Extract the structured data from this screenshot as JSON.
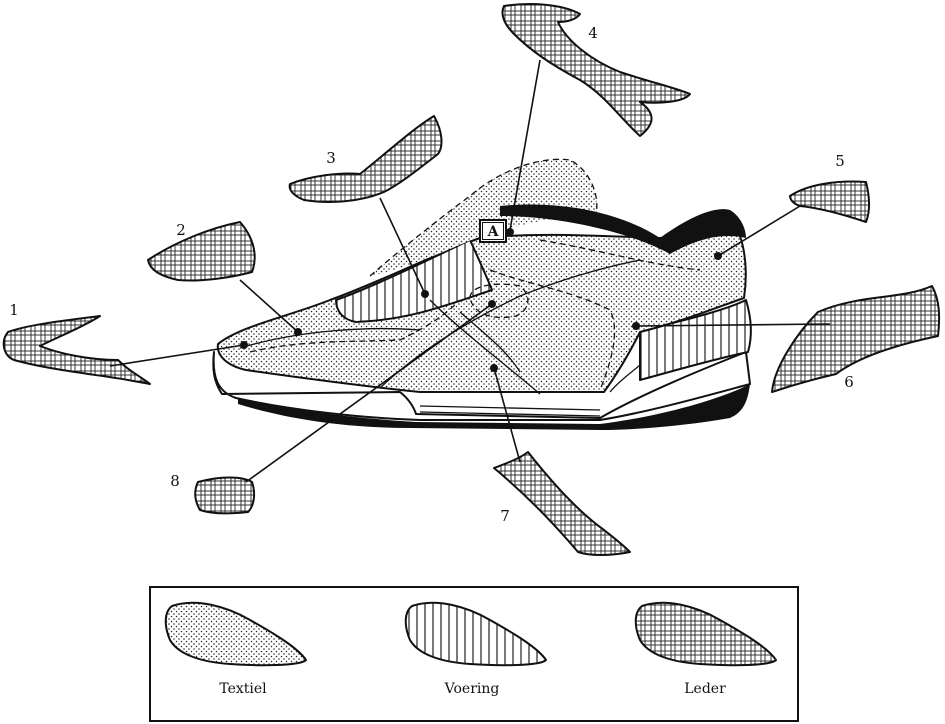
{
  "parts": [
    {
      "id": "1",
      "label": "1",
      "material": "leder"
    },
    {
      "id": "2",
      "label": "2",
      "material": "leder"
    },
    {
      "id": "3",
      "label": "3",
      "material": "leder"
    },
    {
      "id": "4",
      "label": "4",
      "material": "leder"
    },
    {
      "id": "5",
      "label": "5",
      "material": "leder"
    },
    {
      "id": "6",
      "label": "6",
      "material": "leder"
    },
    {
      "id": "7",
      "label": "7",
      "material": "leder"
    },
    {
      "id": "8",
      "label": "8",
      "material": "leder"
    }
  ],
  "marker": {
    "label": "A"
  },
  "legend": {
    "items": [
      {
        "key": "textiel",
        "label": "Textiel"
      },
      {
        "key": "voering",
        "label": "Voering"
      },
      {
        "key": "leder",
        "label": "Leder"
      }
    ]
  },
  "colors": {
    "line": "#111111",
    "background": "#ffffff",
    "sole_dark": "#111111"
  }
}
